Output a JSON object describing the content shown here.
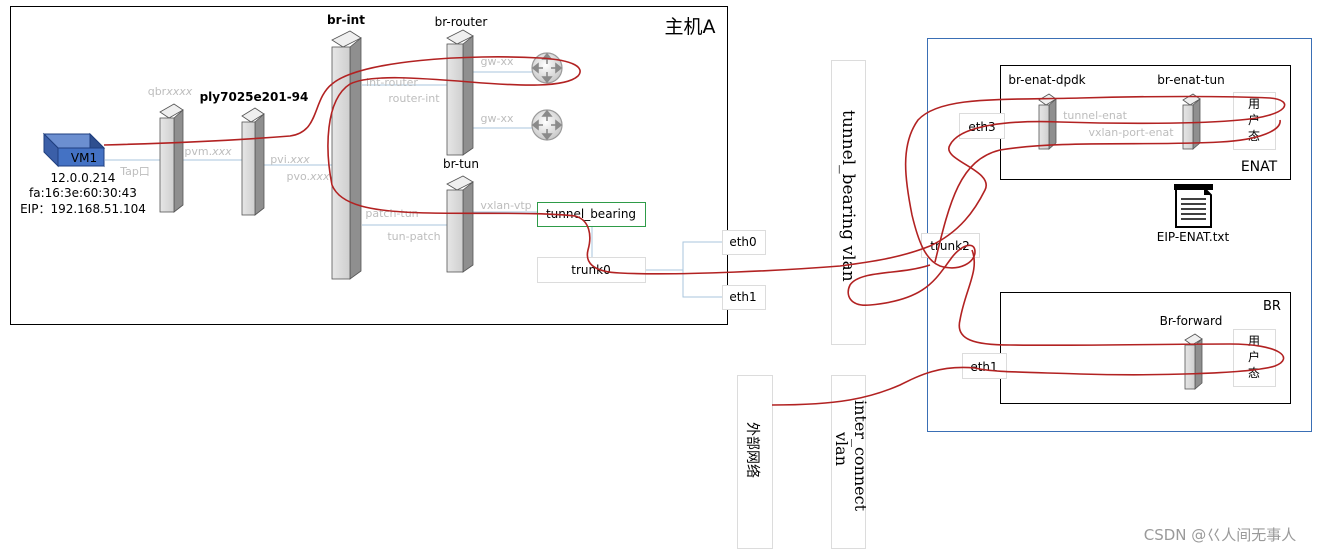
{
  "hostA": {
    "title": "主机A"
  },
  "vm": {
    "name": "VM1",
    "ip": "12.0.0.214",
    "mac": "fa:16:3e:60:30:43",
    "eip": "EIP：192.168.51.104"
  },
  "bridges": {
    "qbr": {
      "prefix": "qbr",
      "suffix": "xxxx"
    },
    "ply": "ply7025e201-94",
    "br_int": "br-int",
    "br_router": "br-router",
    "br_tun": "br-tun"
  },
  "ports": {
    "tap": "Tap口",
    "pvm": {
      "prefix": "pvm.",
      "suffix": "xxx"
    },
    "pvi": {
      "prefix": "pvi.",
      "suffix": "xxx"
    },
    "pvo": {
      "prefix": "pvo.",
      "suffix": "xxx"
    },
    "int_router": "int-router",
    "router_int": "router-int",
    "gw1": "gw-xx",
    "gw2": "gw-xx",
    "patch_tun": "patch-tun",
    "tun_patch": "tun-patch",
    "vxlan_vtp": "vxlan-vtp",
    "tunnel_bearing": "tunnel_bearing",
    "trunk0": "trunk0",
    "eth0": "eth0",
    "eth1_host": "eth1"
  },
  "vlans": {
    "tunnel_bearing_vlan": "tunnel_bearing vlan",
    "external_net": "外部网络",
    "inter_connect_vlan": "inter_connect vlan"
  },
  "enat": {
    "eth3": "eth3",
    "br_enat_dpdk": "br-enat-dpdk",
    "br_enat_tun": "br-enat-tun",
    "tunnel_enat": "tunnel-enat",
    "vxlan_port_enat": "vxlan-port-enat",
    "user_space": [
      "用",
      "户",
      "态"
    ],
    "box_label": "ENAT",
    "file": "EIP-ENAT.txt",
    "trunk2": "trunk2",
    "eth1": "eth1",
    "br_box_label": "BR",
    "br_forward": "Br-forward",
    "user_space_br": [
      "用",
      "户",
      "态"
    ]
  },
  "watermark": "CSDN @巜人间无事人",
  "colors": {
    "red_path": "#b22222",
    "thin_line": "#9ec3e0",
    "vm_blue": "#4472c4",
    "green_box": "#2e9b48",
    "enat_border": "#3a6fb5"
  }
}
